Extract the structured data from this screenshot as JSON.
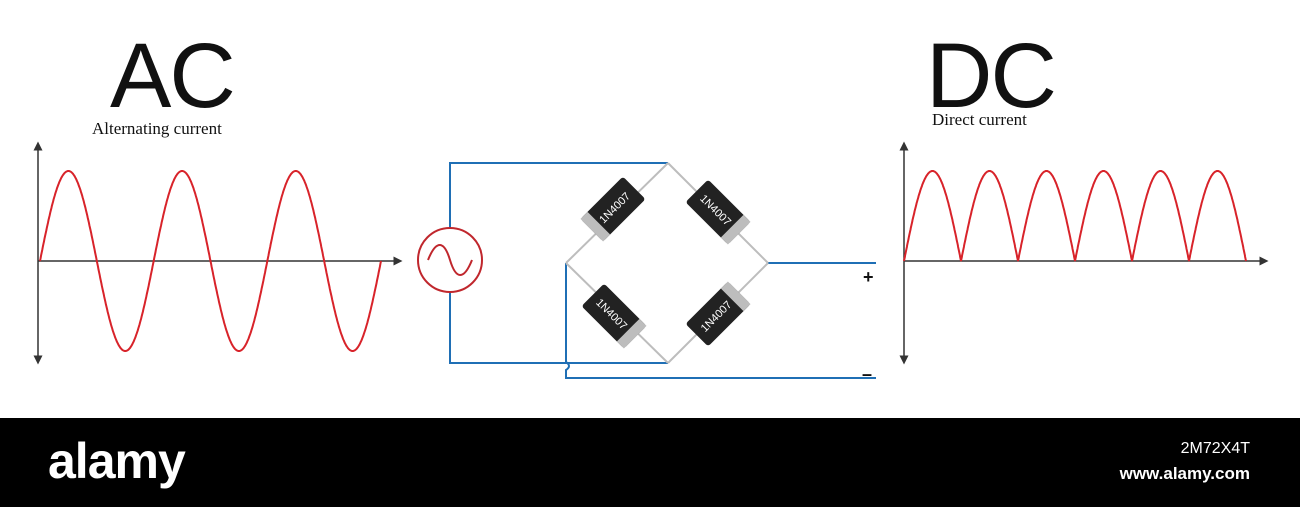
{
  "ac": {
    "title": "AC",
    "subtitle": "Alternating current"
  },
  "dc": {
    "title": "DC",
    "subtitle": "Direct current"
  },
  "colors": {
    "wave": "#d8232a",
    "wire": "#1f6fb5",
    "axis": "#333333",
    "bridge": "#bdbdbd",
    "diode": "#222222"
  },
  "circuit": {
    "source_icon": "ac-source-icon",
    "diode_label": "1N4007",
    "positive": "+",
    "negative": "–"
  },
  "footer": {
    "logo": "alamy",
    "image_id": "2M72X4T",
    "site": "www.alamy.com"
  }
}
